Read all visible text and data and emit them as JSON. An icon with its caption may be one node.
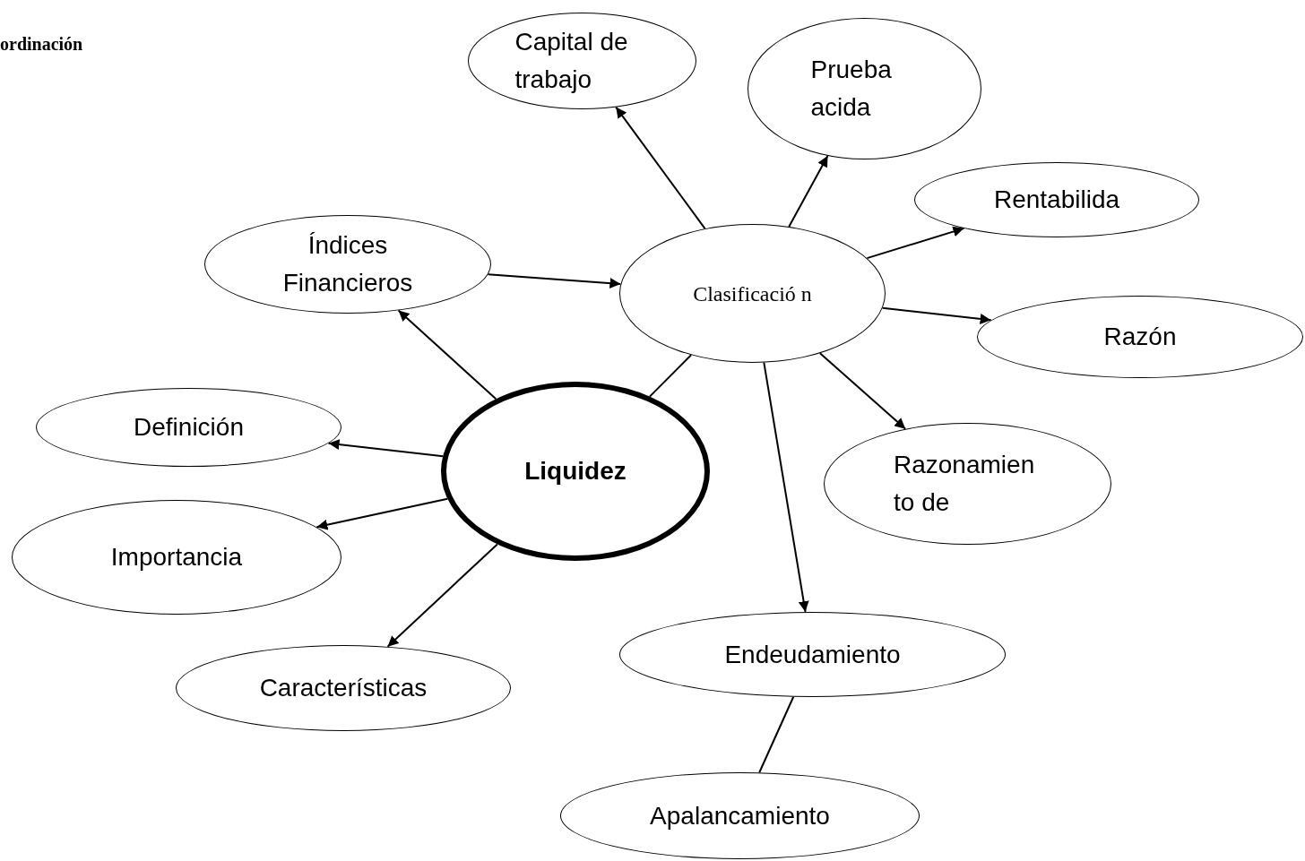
{
  "diagram": {
    "title": "ordinación",
    "nodes": [
      {
        "text": [
          "Capital de trabajo"
        ]
      },
      {
        "text": [
          "Prueba acida"
        ]
      },
      {
        "text": [
          "Rentabilida"
        ]
      },
      {
        "text": [
          "Índices Financieros"
        ]
      },
      {
        "text": [
          "Clasificació n"
        ]
      },
      {
        "text": [
          "Razón"
        ]
      },
      {
        "text": [
          "Definición"
        ]
      },
      {
        "text": [
          "Liquidez"
        ]
      },
      {
        "text": [
          "Razonamien to de"
        ]
      },
      {
        "text": [
          "Importancia"
        ]
      },
      {
        "text": [
          "Endeudamiento"
        ]
      },
      {
        "text": [
          "Características"
        ]
      },
      {
        "text": [
          "Apalancamiento"
        ]
      }
    ],
    "edges": [
      {
        "from": 4,
        "to": 0,
        "arrow": "to"
      },
      {
        "from": 4,
        "to": 1,
        "arrow": "to"
      },
      {
        "from": 4,
        "to": 2,
        "arrow": "to"
      },
      {
        "from": 3,
        "to": 4,
        "arrow": "to"
      },
      {
        "from": 4,
        "to": 5,
        "arrow": "to"
      },
      {
        "from": 4,
        "to": 8,
        "arrow": "to"
      },
      {
        "from": 4,
        "to": 10,
        "arrow": "to"
      },
      {
        "from": 7,
        "to": 3,
        "arrow": "to"
      },
      {
        "from": 7,
        "to": 4,
        "arrow": "none"
      },
      {
        "from": 7,
        "to": 6,
        "arrow": "to"
      },
      {
        "from": 7,
        "to": 9,
        "arrow": "to"
      },
      {
        "from": 7,
        "to": 11,
        "arrow": "to"
      },
      {
        "from": 10,
        "to": 12,
        "arrow": "none"
      }
    ]
  }
}
